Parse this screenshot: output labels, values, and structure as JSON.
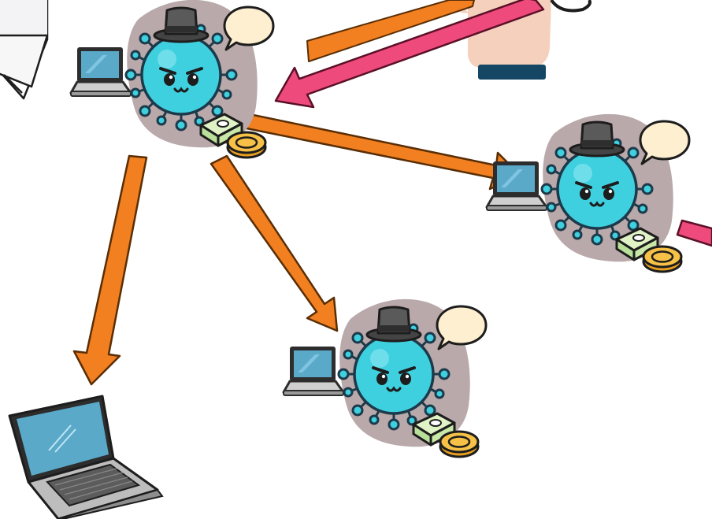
{
  "scene": {
    "background": "#ffffff",
    "colors": {
      "virus_body": "#3fd0e0",
      "virus_outline": "#1d3a4a",
      "hat": "#5a5a5a",
      "blob_shadow": "#b9a9ab",
      "cash": "#cfeab0",
      "coin": "#f4b73a",
      "bubble": "#fdefcf",
      "arrow_orange": "#f28021",
      "arrow_pink": "#ee4a7c",
      "hand_skin": "#f5d0bd",
      "cuff": "#154764",
      "laptop_screen": "#5aa9c9",
      "laptop_body": "#b8b8b8"
    },
    "icons": [
      "virus-hacker-icon",
      "laptop-icon",
      "speech-bubble-icon",
      "cash-stack-icon",
      "coin-icon",
      "hand-icon",
      "paper-stack-icon",
      "arrow-icon"
    ],
    "hackers": [
      {
        "id": "top-left",
        "label": ""
      },
      {
        "id": "right",
        "label": ""
      },
      {
        "id": "bottom-middle",
        "label": ""
      }
    ]
  }
}
